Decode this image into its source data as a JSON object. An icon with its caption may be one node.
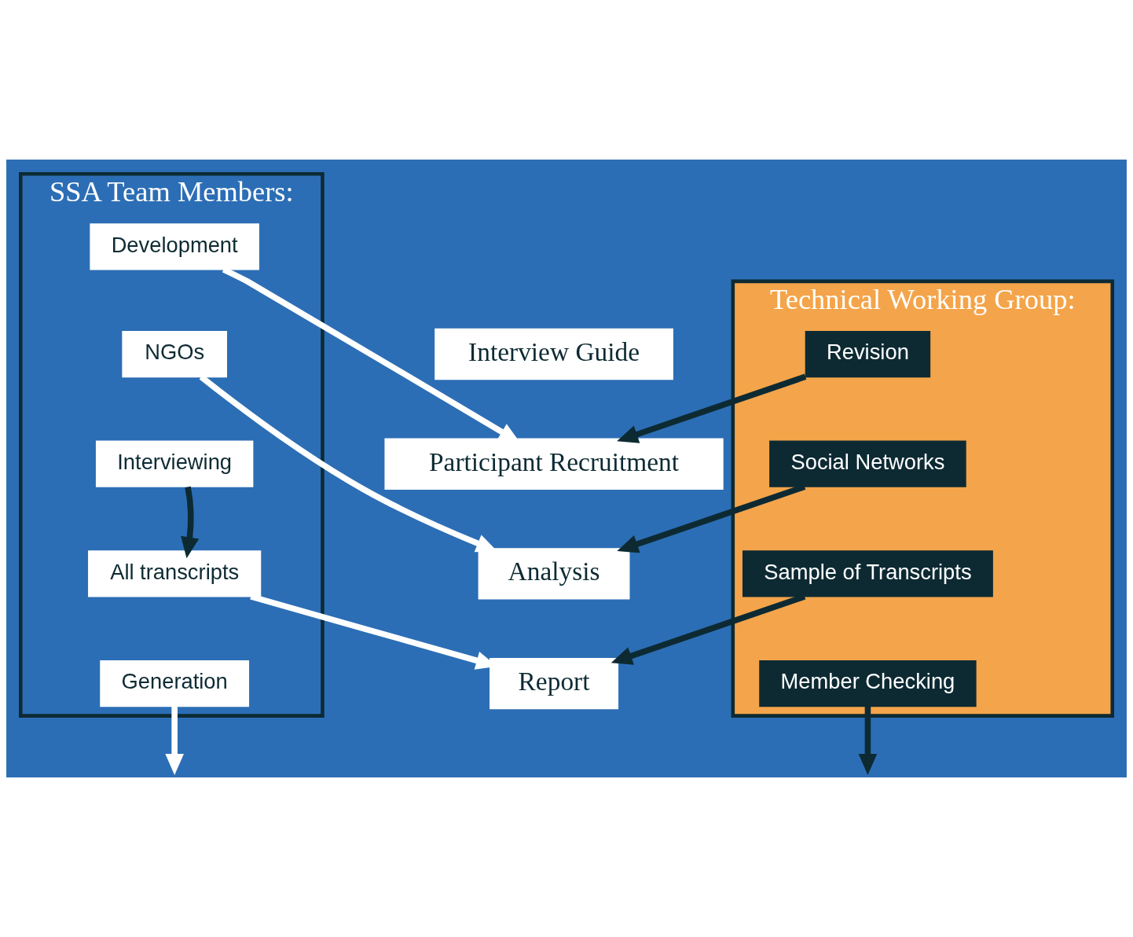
{
  "diagram": {
    "nodes": [
      {
        "text": [
          "SSA Team Members:"
        ]
      },
      {
        "text": [
          "Technical Working Group:"
        ]
      },
      {
        "text": [
          "Interview Guide"
        ]
      },
      {
        "text": [
          "Development"
        ],
        "in": 0
      },
      {
        "text": [
          "Revision"
        ],
        "in": 1
      },
      {
        "text": [
          "Participant Recruitment"
        ]
      },
      {
        "text": [
          "NGOs"
        ],
        "in": 0
      },
      {
        "text": [
          "Social Networks"
        ],
        "in": 1
      },
      {
        "text": [
          "Interviewing"
        ],
        "in": 0
      },
      {
        "text": [
          "Analysis"
        ]
      },
      {
        "text": [
          "All transcripts"
        ],
        "in": 0
      },
      {
        "text": [
          "Sample of Transcripts"
        ],
        "in": 1
      },
      {
        "text": [
          "Report"
        ]
      },
      {
        "text": [
          "Generation"
        ],
        "in": 0
      },
      {
        "text": [
          "Member Checking"
        ],
        "in": 1
      }
    ],
    "edges": [
      {
        "from": 3,
        "to": 5,
        "arrow": "to",
        "color": "#ffffff"
      },
      {
        "from": 4,
        "to": 5,
        "arrow": "to"
      },
      {
        "from": 6,
        "to": 9,
        "arrow": "to",
        "color": "#ffffff"
      },
      {
        "from": 7,
        "to": 9,
        "arrow": "to"
      },
      {
        "from": 8,
        "to": 10,
        "arrow": "to"
      },
      {
        "from": 10,
        "to": 12,
        "arrow": "to",
        "color": "#ffffff"
      },
      {
        "from": 11,
        "to": 12,
        "arrow": "to"
      },
      {
        "from": 13,
        "to": null,
        "arrow": "to",
        "color": "#ffffff"
      },
      {
        "from": 14,
        "to": null,
        "arrow": "to"
      }
    ]
  }
}
